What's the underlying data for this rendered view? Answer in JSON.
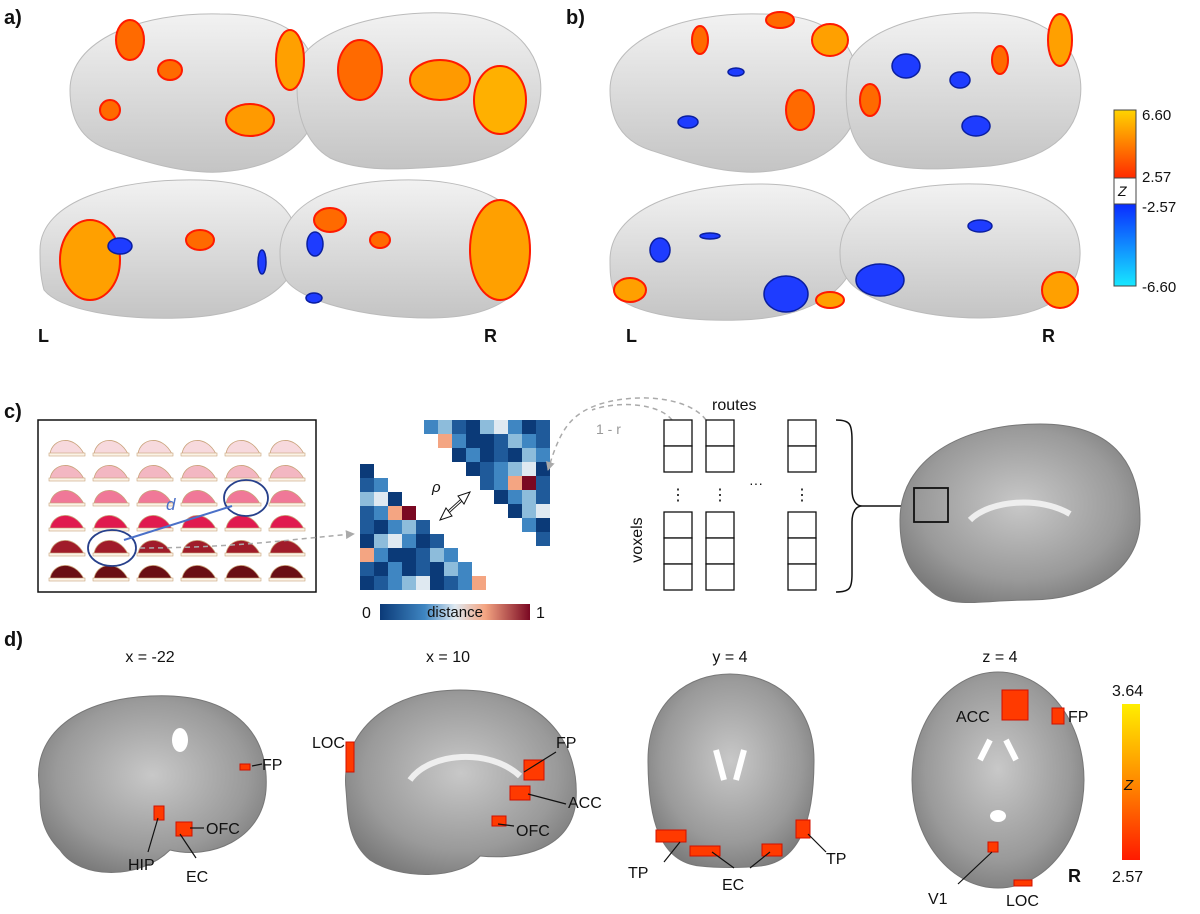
{
  "panels": {
    "a": "a)",
    "b": "b)",
    "c": "c)",
    "d": "d)"
  },
  "hemi": {
    "left": "L",
    "right": "R"
  },
  "colorbar_z": {
    "symbol": "Z",
    "ticks": [
      "6.60",
      "2.57",
      "-2.57",
      "-6.60"
    ],
    "colors": {
      "pos_low": "#ff2a00",
      "pos_high": "#ffd400",
      "neg_low": "#0a2cff",
      "neg_high": "#17e8ff"
    }
  },
  "panel_c": {
    "d_label": "d",
    "rho_label": "ρ",
    "one_minus_r": "1 - r",
    "routes": "routes",
    "voxels": "voxels",
    "dots_v": "⋮",
    "dots_h": "···",
    "distance": {
      "label": "distance",
      "min": "0",
      "max": "1"
    }
  },
  "panel_d": {
    "coords": [
      "x = -22",
      "x = 10",
      "y = 4",
      "z = 4"
    ],
    "regions": {
      "FP": "FP",
      "HIP": "HIP",
      "EC": "EC",
      "OFC": "OFC",
      "LOC": "LOC",
      "ACC": "ACC",
      "TP": "TP",
      "V1": "V1"
    },
    "colorbar": {
      "max": "3.64",
      "min": "2.57",
      "symbol": "Z",
      "r_label": "R"
    }
  },
  "colors": {
    "activation": "#ff3a00",
    "activation_hot": "#ffb000",
    "deactivation": "#1e3cff",
    "brain": "#d9d9d9",
    "hat_palette": [
      "#f7d9dd",
      "#f3b7c2",
      "#f07898",
      "#e01a4f",
      "#a01c2a",
      "#6a0e14"
    ]
  }
}
